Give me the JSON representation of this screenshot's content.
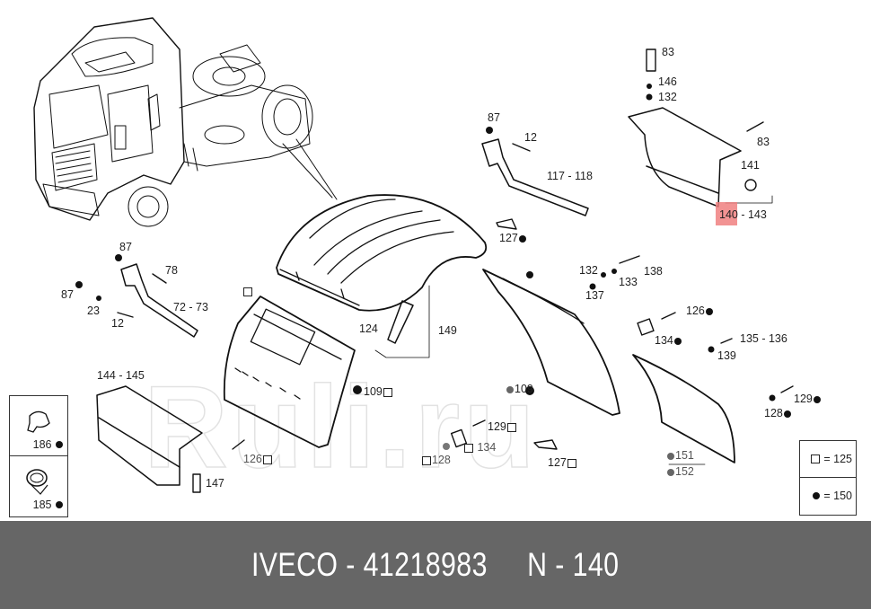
{
  "footer": {
    "brand": "IVECO",
    "part_number": "41218983",
    "ref": "N - 140",
    "text": "IVECO - 41218983     N - 140"
  },
  "watermark": "Ruli.ru",
  "highlight": {
    "ref": "140",
    "color": "#f08080"
  },
  "legend": {
    "square": "= 125",
    "dot": "= 150"
  },
  "inset": [
    {
      "label": "186",
      "marker": "dot"
    },
    {
      "label": "185",
      "marker": "dot"
    }
  ],
  "callouts": {
    "c83a": "83",
    "c146": "146",
    "c132a": "132",
    "c83b": "83",
    "c141": "141",
    "c140": "140",
    "c140_143_rest": " - 143",
    "c87a": "87",
    "c12a": "12",
    "c117_118": "117 - 118",
    "c127a": "127",
    "c87b": "87",
    "c78": "78",
    "c87c": "87",
    "c23": "23",
    "c72_73": "72 - 73",
    "c12b": "12",
    "c132b": "132",
    "c133": "133",
    "c137": "137",
    "c138": "138",
    "c126a": "126",
    "c134a": "134",
    "c135_136": "135 - 136",
    "c139": "139",
    "c124": "124",
    "c149": "149",
    "c109a": "109",
    "c109b": "109",
    "c129a": "129",
    "c134b": "134",
    "c128a": "128",
    "c127b": "127",
    "c129b": "129",
    "c128b": "128",
    "c144_145": "144 - 145",
    "c126b": "126",
    "c147": "147",
    "c151": "151",
    "c152": "152"
  }
}
